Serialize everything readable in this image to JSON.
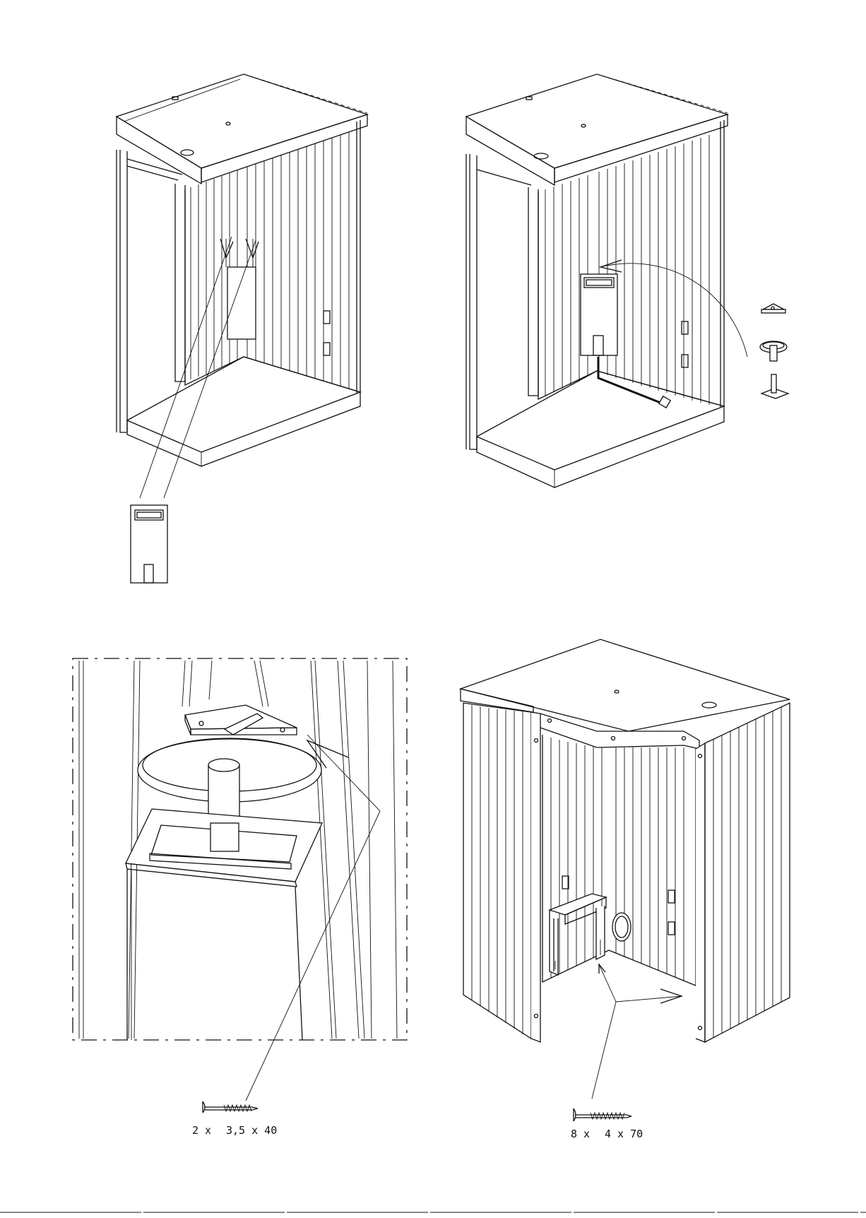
{
  "hardware": {
    "screw_left": {
      "qty": "2 x",
      "size": "3,5 x 40"
    },
    "screw_right": {
      "qty": "8 x",
      "size": "4 x 70"
    }
  },
  "colors": {
    "line": "#111111",
    "paper": "#ffffff"
  },
  "icons": [
    "screw-icon",
    "bracket-icon",
    "tray-icon",
    "spindle-icon"
  ]
}
